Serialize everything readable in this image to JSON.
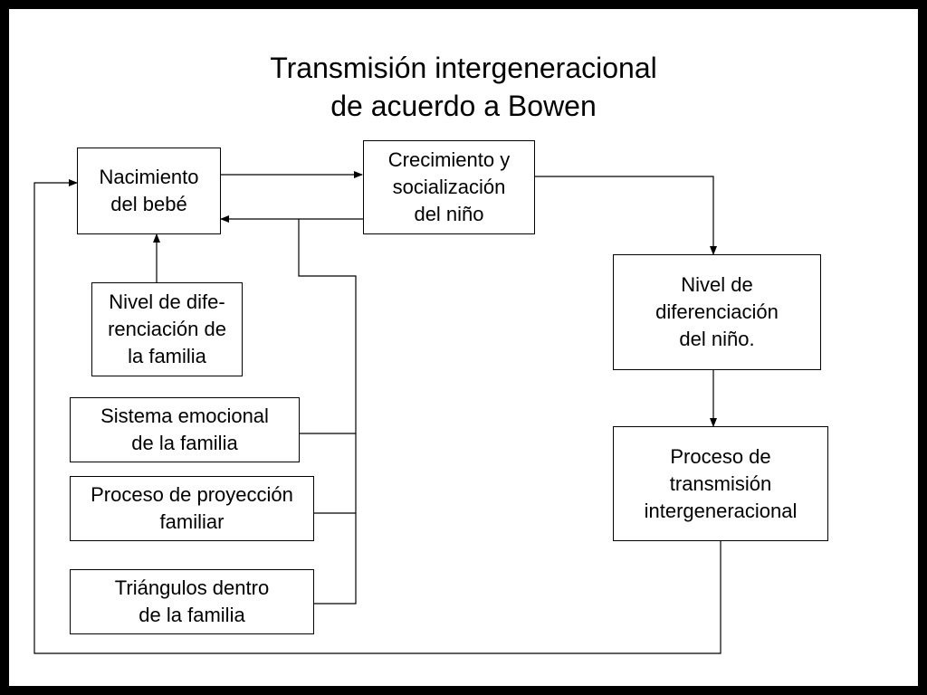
{
  "title": {
    "line1": "Transmisión intergeneracional",
    "line2": "de acuerdo a Bowen"
  },
  "nodes": {
    "nacimiento": "Nacimiento\ndel bebé",
    "crecimiento": "Crecimiento y\nsocialización\ndel niño",
    "nivel_dif_familia": "Nivel de dife-\nrenciación de\nla familia",
    "sistema_emocional": "Sistema emocional\nde la familia",
    "proceso_proyeccion": "Proceso de proyección\nfamiliar",
    "triangulos": "Triángulos dentro\nde la familia",
    "nivel_dif_nino": "Nivel de\ndiferenciación\ndel niño.",
    "proceso_transmision": "Proceso de\ntransmisión\nintergeneracional"
  }
}
